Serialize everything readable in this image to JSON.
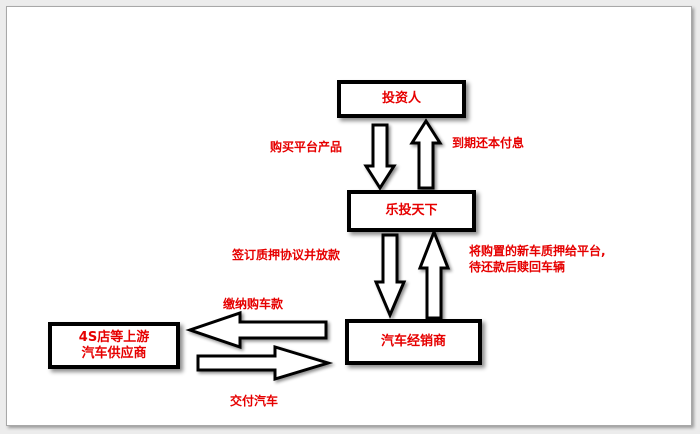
{
  "nodes": {
    "investor": "投资人",
    "platform": "乐投天下",
    "dealer": "汽车经销商",
    "supplier": "4S店等上游\n汽车供应商"
  },
  "edges": {
    "buy_product": "购买平台产品",
    "repay": "到期还本付息",
    "sign_agreement": "签订质押协议并放款",
    "pledge_vehicle": "将购置的新车质押给平台,\n待还款后赎回车辆",
    "pay_purchase": "缴纳购车款",
    "deliver_car": "交付汽车"
  },
  "colors": {
    "text": "#e60000",
    "stroke": "#000000"
  }
}
